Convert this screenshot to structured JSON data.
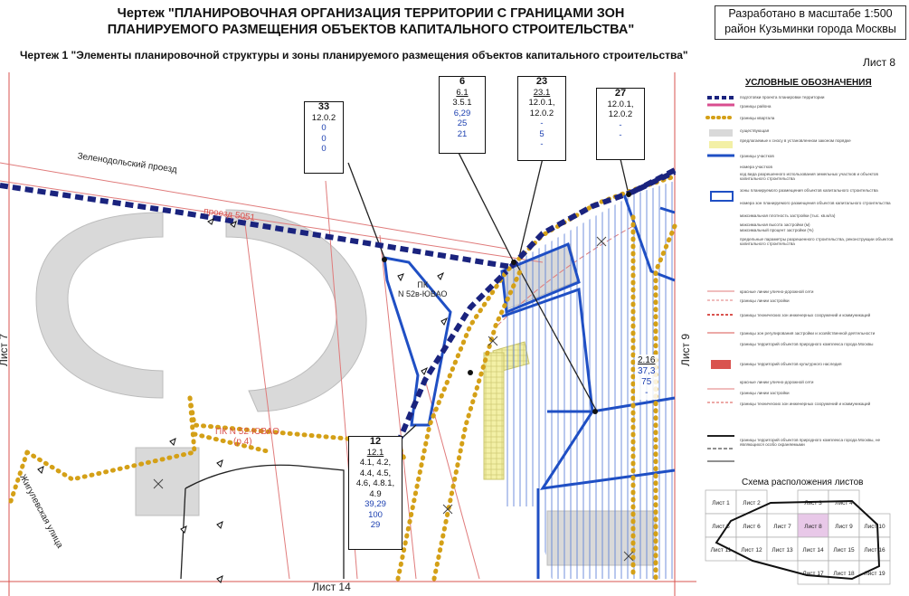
{
  "header": {
    "title_line1": "Чертеж \"ПЛАНИРОВОЧНАЯ ОРГАНИЗАЦИЯ ТЕРРИТОРИИ С ГРАНИЦАМИ ЗОН",
    "title_line2": "ПЛАНИРУЕМОГО РАЗМЕЩЕНИЯ ОБЪЕКТОВ КАПИТАЛЬНОГО СТРОИТЕЛЬСТВА\"",
    "subtitle": "Чертеж 1 \"Элементы планировочной структуры и зоны планируемого размещения объектов капитального строительства\"",
    "stamp_line1": "Разработано в масштабе 1:500",
    "stamp_line2": "район Кузьминки города Москвы",
    "sheet": "Лист 8"
  },
  "map_labels": {
    "street1": "Зеленодольский проезд",
    "street2": "проезд 5051",
    "street3": "Жигулевская улица",
    "pk1_line1": "ПК",
    "pk1_line2": "N 52в-ЮВАО",
    "pk2_line1": "ПК N 52-ЮВАО",
    "pk2_line2": "(р.4)",
    "sheet_left": "Лист 7",
    "sheet_right": "Лист 9",
    "sheet_bottom": "Лист 14"
  },
  "parcels": [
    {
      "num": "33",
      "lines": [
        "12.0.2"
      ],
      "blue": [
        "0",
        "0",
        "0"
      ]
    },
    {
      "num": "6",
      "code": "6.1",
      "lines": [
        "3.5.1"
      ],
      "blue": [
        "6,29",
        "25",
        "21"
      ]
    },
    {
      "num": "23",
      "code": "23.1",
      "lines": [
        "12.0.1,",
        "12.0.2"
      ],
      "blue": [
        "-",
        "5",
        "-"
      ]
    },
    {
      "num": "27",
      "lines": [
        "12.0.1,",
        "12.0.2"
      ],
      "blue": [
        "-",
        "-",
        "-"
      ]
    },
    {
      "num": "12",
      "code": "12.1",
      "lines": [
        "4.1, 4.2,",
        "4.4, 4.5,",
        "4.6, 4.8.1,",
        "4.9"
      ],
      "blue": [
        "39,29",
        "100",
        "29"
      ]
    }
  ],
  "parcel_216": {
    "code": "2.16",
    "v1": "37,3",
    "v2": "75",
    "v3": "-"
  },
  "legend": {
    "title": "УСЛОВНЫЕ ОБОЗНАЧЕНИЯ",
    "items": [
      "подготовки проекта планировки территории",
      "границы района",
      "границы квартала",
      "существующая",
      "предлагаемые к сносу в установленном законом порядке",
      "границы участков",
      "номера участков",
      "код вида разрешенного использования земельных участков и объектов капитального строительства",
      "зоны планируемого размещения объектов капитального строительства",
      "номера зон планируемого размещения объектов капитального строительства",
      "максимальная плотность застройки (тыс. кв.м/га)",
      "максимальная высота застройки (м)",
      "максимальный процент застройки (%)",
      "предельные параметры разрешенного строительства, реконструкции объектов капитального строительства",
      "красные линии улично-дорожной сети",
      "границы линии застройки",
      "границы технических зон инженерных сооружений и коммуникаций",
      "границы зон регулирования застройки и хозяйственной деятельности",
      "границы территорий объектов природного комплекса города Москвы",
      "границы территорий объектов культурного наследия",
      "красные линии улично-дорожной сети",
      "границы линии застройки",
      "границы технических зон инженерных сооружений и коммуникаций",
      "границы территорий объектов природного комплекса города Москвы, не являющихся особо охраняемыми"
    ],
    "scheme_title": "Схема расположения листов",
    "sheets": [
      "Лист 1",
      "Лист 2",
      "Лист 3",
      "Лист 4",
      "Лист 5",
      "Лист 6",
      "Лист 7",
      "Лист 8",
      "Лист 9",
      "Лист 10",
      "Лист 11",
      "Лист 12",
      "Лист 13",
      "Лист 14",
      "Лист 15",
      "Лист 16",
      "Лист 17",
      "Лист 18",
      "Лист 19"
    ]
  },
  "colors": {
    "red_line": "#d9534f",
    "blue": "#1f4fc4",
    "navy_dash": "#1a237e",
    "gold_dots": "#d4a017",
    "hatch": "#5a7fd6",
    "building": "#d8d8d8"
  }
}
